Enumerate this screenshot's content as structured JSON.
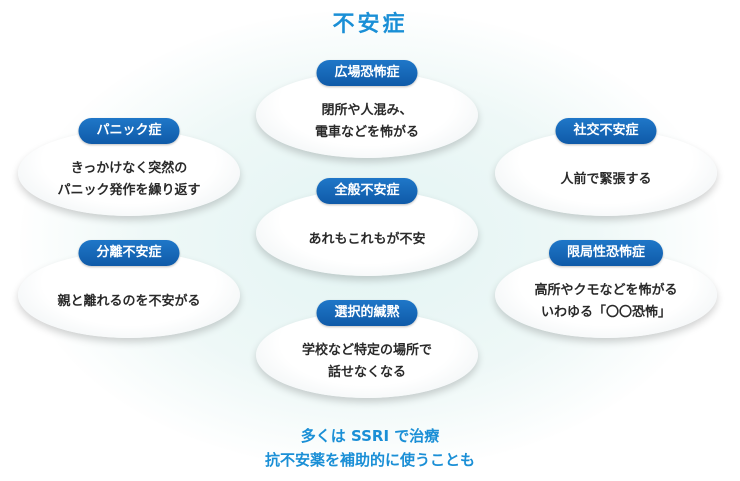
{
  "title": "不安症",
  "cards": [
    {
      "label": "広場恐怖症",
      "description": "閉所や人混み、\n電車などを怖がる"
    },
    {
      "label": "パニック症",
      "description": "きっかけなく突然の\nパニック発作を繰り返す"
    },
    {
      "label": "社交不安症",
      "description": "人前で緊張する"
    },
    {
      "label": "全般不安症",
      "description": "あれもこれもが不安"
    },
    {
      "label": "分離不安症",
      "description": "親と離れるのを不安がる"
    },
    {
      "label": "限局性恐怖症",
      "description": "高所やクモなどを怖がる\nいわゆる「〇〇恐怖」"
    },
    {
      "label": "選択的緘黙",
      "description": "学校など特定の場所で\n話せなくなる"
    }
  ],
  "footer": {
    "line1": "多くは SSRI で治療",
    "line2": "抗不安薬を補助的に使うことも"
  },
  "colors": {
    "title": "#1a8fd6",
    "pill": "#1565b8",
    "footer": "#1a8fd6"
  }
}
